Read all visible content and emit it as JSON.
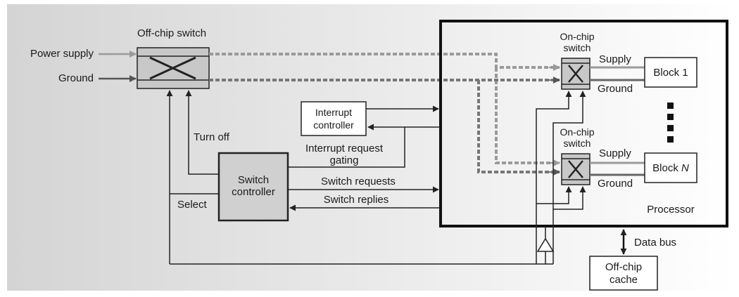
{
  "labels": {
    "off_chip_switch": "Off-chip switch",
    "power_supply": "Power supply",
    "ground": "Ground",
    "turn_off": "Turn off",
    "select": "Select",
    "switch_controller_line1": "Switch",
    "switch_controller_line2": "controller",
    "interrupt_controller_line1": "Interrupt",
    "interrupt_controller_line2": "controller",
    "interrupt_request_gating_line1": "Interrupt request",
    "interrupt_request_gating_line2": "gating",
    "switch_requests": "Switch requests",
    "switch_replies": "Switch replies",
    "on_chip_switch_line1": "On-chip",
    "on_chip_switch_line2": "switch",
    "supply": "Supply",
    "block_1": "Block 1",
    "block_n_prefix": "Block ",
    "block_n_italic": "N",
    "processor": "Processor",
    "data_bus": "Data bus",
    "off_chip_cache_line1": "Off-chip",
    "off_chip_cache_line2": "cache"
  },
  "colors": {
    "background_gradient_from": "#d4d4d4",
    "background_gradient_to": "#ffffff",
    "line": "#222222",
    "supply_line": "#9a9a9a",
    "switch_fill": "#c8c8c8",
    "controller_fill": "#d0d0d0"
  }
}
